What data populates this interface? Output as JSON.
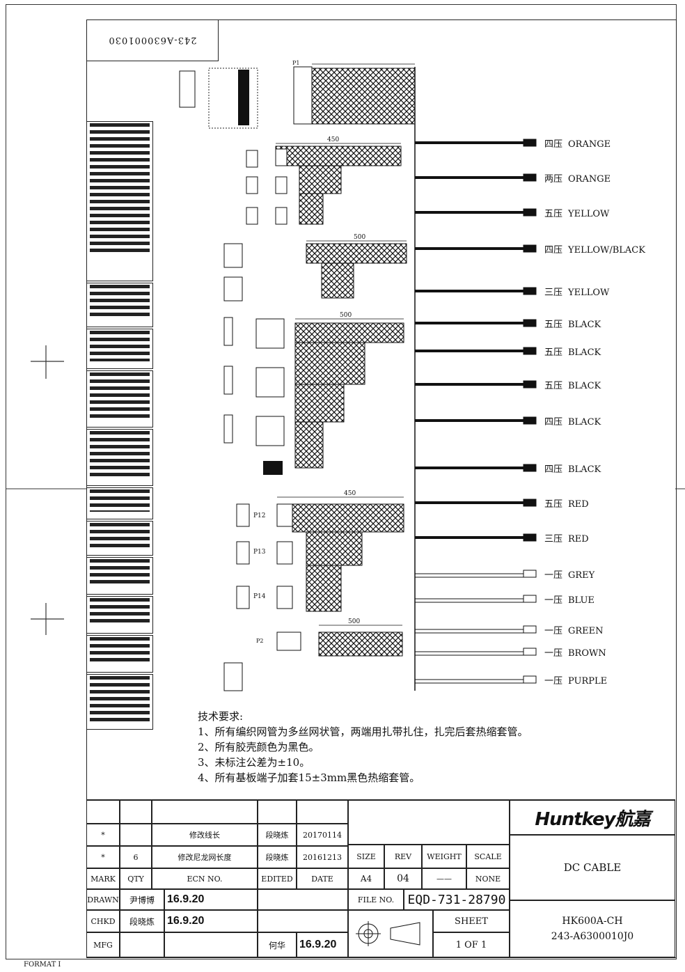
{
  "drawing_number_rotated": "243-A630001030",
  "wires": [
    {
      "press": "四压",
      "color": "ORANGE"
    },
    {
      "press": "两压",
      "color": "ORANGE"
    },
    {
      "press": "五压",
      "color": "YELLOW"
    },
    {
      "press": "四压",
      "color": "YELLOW/BLACK"
    },
    {
      "press": "三压",
      "color": "YELLOW"
    },
    {
      "press": "五压",
      "color": "BLACK"
    },
    {
      "press": "五压",
      "color": "BLACK"
    },
    {
      "press": "五压",
      "color": "BLACK"
    },
    {
      "press": "四压",
      "color": "BLACK"
    },
    {
      "press": "四压",
      "color": "BLACK"
    },
    {
      "press": "五压",
      "color": "RED"
    },
    {
      "press": "三压",
      "color": "RED"
    },
    {
      "press": "一压",
      "color": "GREY"
    },
    {
      "press": "一压",
      "color": "BLUE"
    },
    {
      "press": "一压",
      "color": "GREEN"
    },
    {
      "press": "一压",
      "color": "BROWN"
    },
    {
      "press": "一压",
      "color": "PURPLE"
    }
  ],
  "connectors": {
    "p1": "P1",
    "p2": "P2",
    "p12": "P12",
    "p13": "P13",
    "p14": "P14"
  },
  "dims": {
    "d1": "450",
    "d2": "500",
    "d3": "500",
    "d4": "450",
    "d5": "500"
  },
  "notes": {
    "title": "技术要求:",
    "items": [
      "1、所有编织网管为多丝网状管，两端用扎带扎住，扎完后套热缩套管。",
      "2、所有胶壳颜色为黑色。",
      "3、未标注公差为±10。",
      "4、所有基板端子加套15±3mm黑色热缩套管。"
    ]
  },
  "title_block": {
    "brand": "Huntkey航嘉",
    "rev_rows": [
      {
        "mark": "*",
        "qty": "",
        "ecn": "修改线长",
        "edited": "段晓炼",
        "date": "20170114"
      },
      {
        "mark": "*",
        "qty": "6",
        "ecn": "修改尼龙网长度",
        "edited": "段晓炼",
        "date": "20161213"
      }
    ],
    "hdr": {
      "mark": "MARK",
      "qty": "QTY",
      "ecn": "ECN NO.",
      "edited": "EDITED",
      "date": "DATE"
    },
    "size_lbl": "SIZE",
    "rev_lbl": "REV",
    "weight_lbl": "WEIGHT",
    "scale_lbl": "SCALE",
    "size": "A4",
    "rev": "04",
    "weight": "——",
    "scale": "NONE",
    "drawn_lbl": "DRAWN",
    "drawn_by": "尹博博",
    "drawn_date": "16.9.20",
    "chkd_lbl": "CHKD",
    "chkd_by": "段晓炼",
    "chkd_date": "16.9.20",
    "mfg_lbl": "MFG",
    "mfg_by": "何华",
    "mfg_date": "16.9.20",
    "file_lbl": "FILE NO.",
    "file_no": "EQD-731-28790",
    "sheet_lbl": "SHEET",
    "sheet": "1  OF  1",
    "title": "DC CABLE",
    "model": "HK600A-CH",
    "part": "243-A6300010J0"
  },
  "format": "FORMAT I"
}
